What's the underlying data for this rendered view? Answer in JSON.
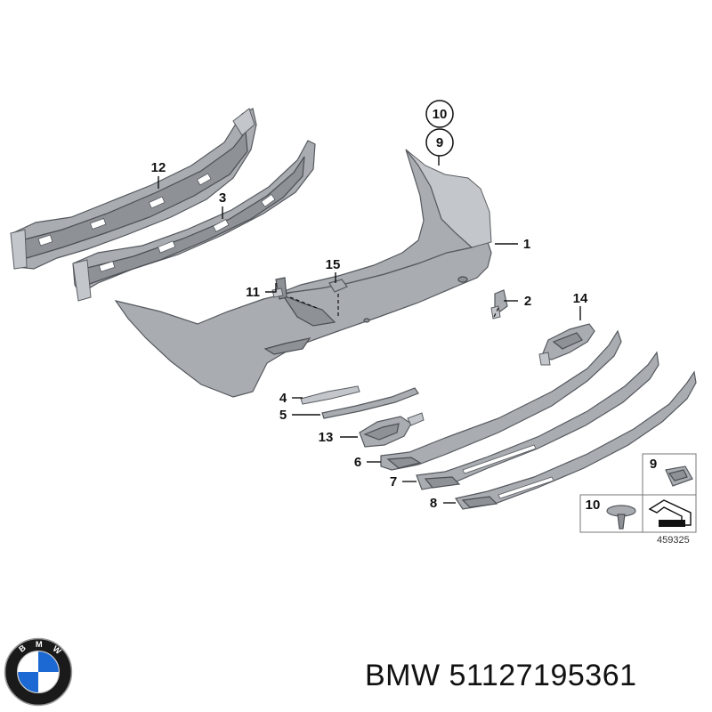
{
  "diagram": {
    "callouts": {
      "c1": "1",
      "c2": "2",
      "c3": "3",
      "c4": "4",
      "c5": "5",
      "c6": "6",
      "c7": "7",
      "c8": "8",
      "c9": "9",
      "c10": "10",
      "c11": "11",
      "c12": "12",
      "c13": "13",
      "c14": "14",
      "c15": "15",
      "inset9": "9",
      "inset10": "10"
    },
    "reference_number": "459325"
  },
  "footer": {
    "brand_text": "BMW 51127195361",
    "logo_lettering": "BMW"
  },
  "colors": {
    "part_fill": "#a9adb2",
    "part_stroke": "#55595e",
    "logo_blue": "#1c69d4",
    "logo_ring": "#1a1a1a"
  }
}
